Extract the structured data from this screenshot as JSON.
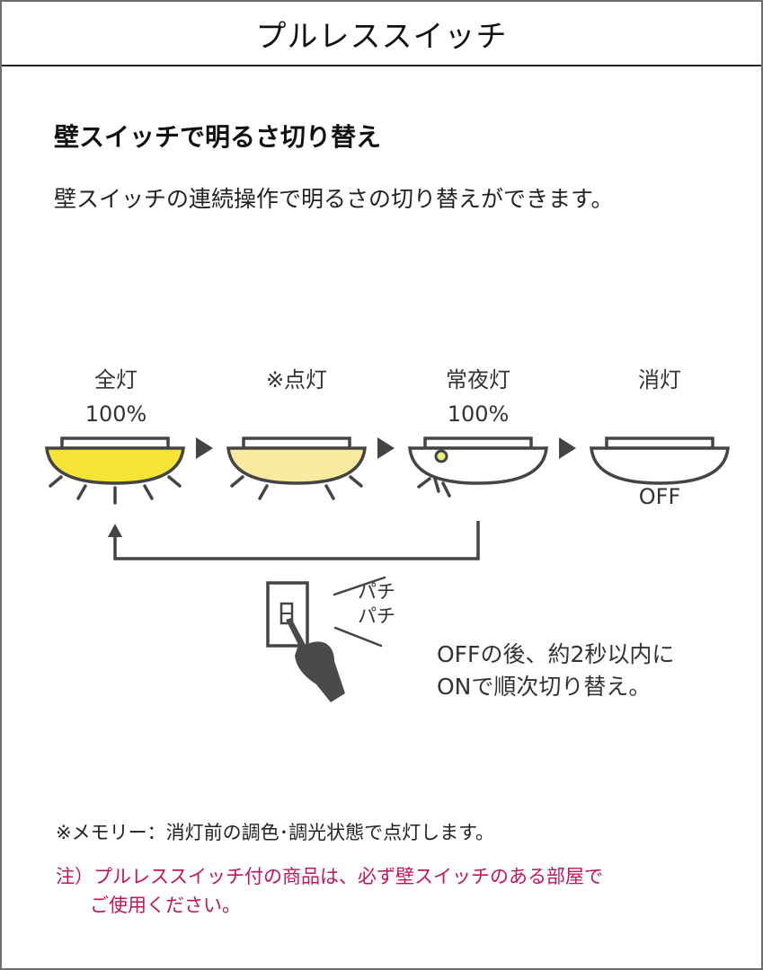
{
  "header": {
    "title": "プルレススイッチ"
  },
  "section": {
    "heading": "壁スイッチで明るさ切り替え",
    "lead": "壁スイッチの連続操作で明るさの切り替えができます。"
  },
  "stages": [
    {
      "name": "全灯",
      "value": "100%",
      "fill": "#f5e335",
      "rays": 5
    },
    {
      "name": "※点灯",
      "value": "",
      "fill": "#f8eba0",
      "rays": 4
    },
    {
      "name": "常夜灯",
      "value": "100%",
      "fill": "#ffffff",
      "nightlight": "#e8f07a",
      "rays": 3
    },
    {
      "name": "消灯",
      "value": "",
      "bottom_label": "OFF",
      "fill": "#ffffff",
      "rays": 0
    }
  ],
  "switch_illustration": {
    "sound_line1": "パチ",
    "sound_line2": "パチ"
  },
  "callout": {
    "line1": "OFFの後、約2秒以内に",
    "line2": "ONで順次切り替え。"
  },
  "footnotes": {
    "memo": "※メモリー：消灯前の調色･調光状態で点灯します。",
    "note_line1": "注）プルレススイッチ付の商品は、必ず壁スイッチのある部屋で",
    "note_line2": "ご使用ください。"
  },
  "colors": {
    "line": "#4a4a4a",
    "note_text": "#c0165c",
    "full_light": "#f5e335",
    "dim_light": "#f8eba0"
  }
}
